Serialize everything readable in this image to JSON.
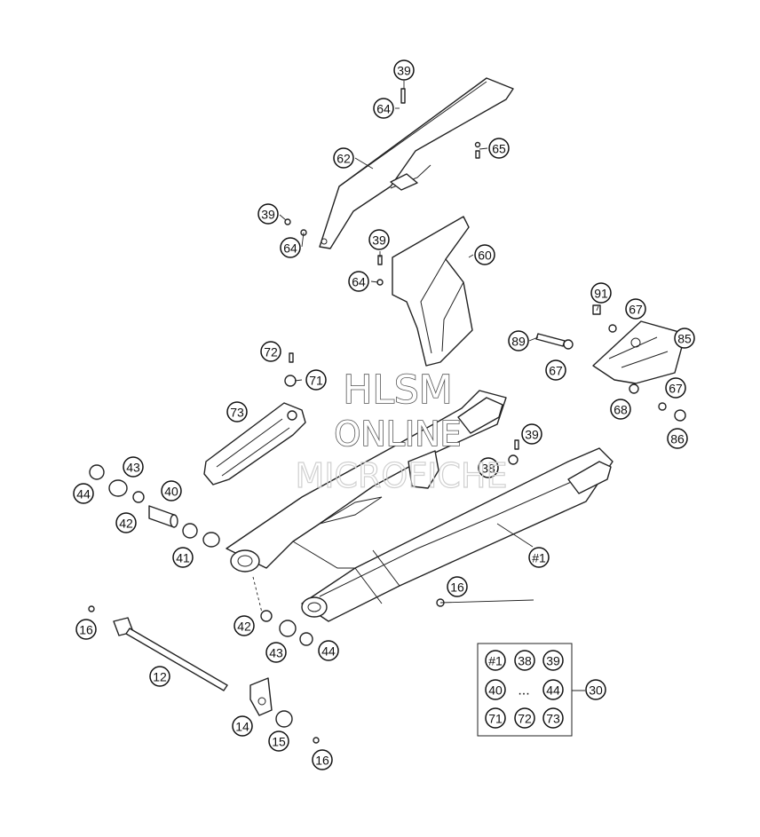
{
  "watermark": {
    "line1": "HLSM",
    "line2": "ONLINE",
    "line3": "MICROFICHE"
  },
  "callouts": [
    {
      "label": "39"
    },
    {
      "label": "64"
    },
    {
      "label": "62"
    },
    {
      "label": "65"
    },
    {
      "label": "39"
    },
    {
      "label": "64"
    },
    {
      "label": "39"
    },
    {
      "label": "60"
    },
    {
      "label": "64"
    },
    {
      "label": "91"
    },
    {
      "label": "67"
    },
    {
      "label": "89"
    },
    {
      "label": "85"
    },
    {
      "label": "67"
    },
    {
      "label": "67"
    },
    {
      "label": "68"
    },
    {
      "label": "86"
    },
    {
      "label": "72"
    },
    {
      "label": "71"
    },
    {
      "label": "73"
    },
    {
      "label": "39"
    },
    {
      "label": "38"
    },
    {
      "label": "43"
    },
    {
      "label": "44"
    },
    {
      "label": "40"
    },
    {
      "label": "42"
    },
    {
      "label": "41"
    },
    {
      "label": "#1"
    },
    {
      "label": "16"
    },
    {
      "label": "16"
    },
    {
      "label": "42"
    },
    {
      "label": "43"
    },
    {
      "label": "44"
    },
    {
      "label": "12"
    },
    {
      "label": "14"
    },
    {
      "label": "15"
    },
    {
      "label": "16"
    }
  ],
  "kit_box": {
    "items": [
      {
        "label": "#1"
      },
      {
        "label": "38"
      },
      {
        "label": "39"
      },
      {
        "label": "40"
      },
      {
        "label": "44"
      },
      {
        "label": "71"
      },
      {
        "label": "72"
      },
      {
        "label": "73"
      }
    ],
    "ellipsis": "...",
    "kit_label": "30"
  }
}
